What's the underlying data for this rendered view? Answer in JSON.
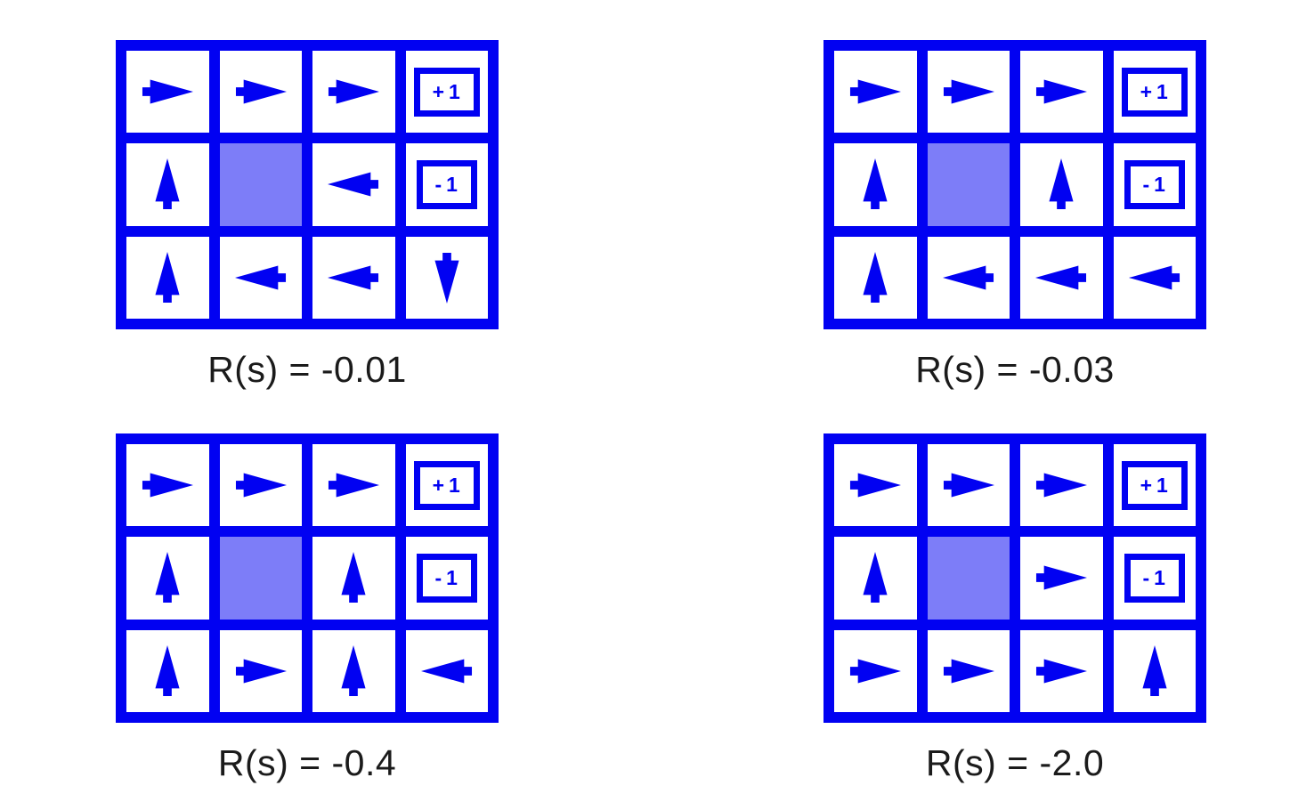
{
  "colors": {
    "blue": "#0101f2",
    "shaded": "#7d7df8",
    "text": "#1b1b1b",
    "background": "#ffffff"
  },
  "terminal_labels": {
    "plus": "+1",
    "minus": "-1"
  },
  "figures": [
    {
      "label": "R(s) = -0.01",
      "rows": [
        [
          "right",
          "right",
          "right",
          "plus"
        ],
        [
          "up",
          "block",
          "left",
          "minus"
        ],
        [
          "up",
          "left",
          "left",
          "down"
        ]
      ]
    },
    {
      "label": "R(s) = -0.03",
      "rows": [
        [
          "right",
          "right",
          "right",
          "plus"
        ],
        [
          "up",
          "block",
          "up",
          "minus"
        ],
        [
          "up",
          "left",
          "left",
          "left"
        ]
      ]
    },
    {
      "label": "R(s) = -0.4",
      "rows": [
        [
          "right",
          "right",
          "right",
          "plus"
        ],
        [
          "up",
          "block",
          "up",
          "minus"
        ],
        [
          "up",
          "right",
          "up",
          "left"
        ]
      ]
    },
    {
      "label": "R(s) = -2.0",
      "rows": [
        [
          "right",
          "right",
          "right",
          "plus"
        ],
        [
          "up",
          "block",
          "right",
          "minus"
        ],
        [
          "right",
          "right",
          "right",
          "up"
        ]
      ]
    }
  ]
}
